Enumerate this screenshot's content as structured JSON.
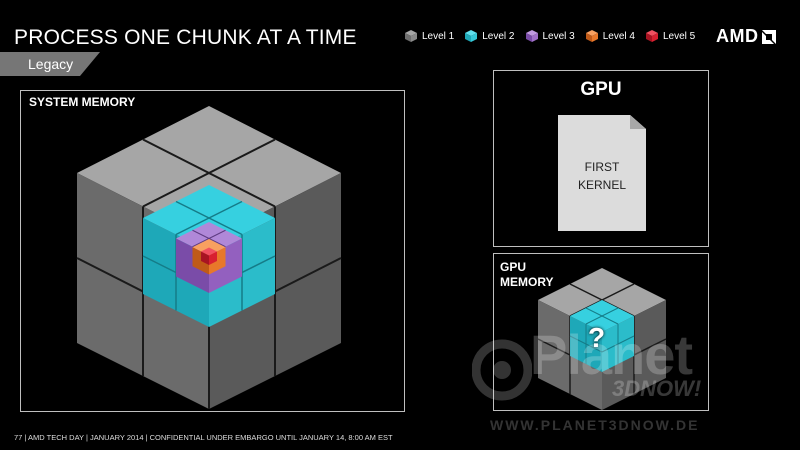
{
  "header": {
    "title": "PROCESS ONE CHUNK AT A TIME",
    "tag": "Legacy",
    "logo": "AMD"
  },
  "legend": [
    {
      "label": "Level 1",
      "color": "#7f7f7f"
    },
    {
      "label": "Level 2",
      "color": "#36c8d8"
    },
    {
      "label": "Level 3",
      "color": "#a070c8"
    },
    {
      "label": "Level 4",
      "color": "#e8782a"
    },
    {
      "label": "Level 5",
      "color": "#d82030"
    }
  ],
  "panels": {
    "system_memory": "SYSTEM MEMORY",
    "gpu": "GPU",
    "kernel_line1": "FIRST",
    "kernel_line2": "KERNEL",
    "gpu_memory_line1": "GPU",
    "gpu_memory_line2": "MEMORY",
    "question": "?"
  },
  "footer": "77   |   AMD TECH DAY   |   JANUARY 2014   |   CONFIDENTIAL UNDER EMBARGO UNTIL JANUARY 14, 8:00 AM EST",
  "watermark": {
    "name": "Planet",
    "sub": "3DNOW!",
    "url": "WWW.PLANET3DNOW.DE"
  }
}
